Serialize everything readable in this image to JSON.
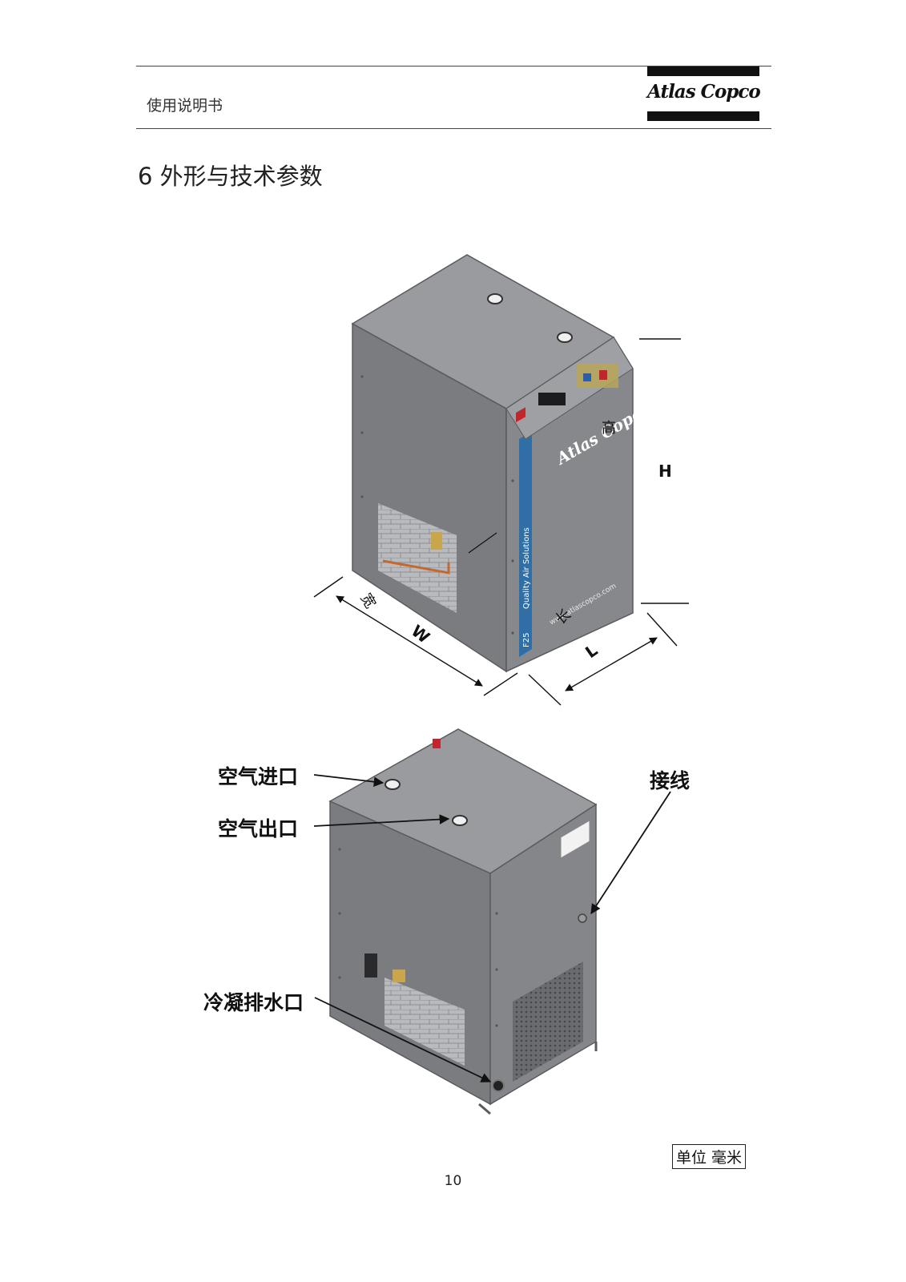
{
  "header": {
    "title": "使用说明书",
    "logo_text": "Atlas Copco"
  },
  "section": {
    "title": "6 外形与技术参数"
  },
  "figure_top": {
    "height_label_letter": "H",
    "height_label_cn": "高",
    "width_label_letter": "W",
    "width_label_cn": "宽",
    "length_label_letter": "L",
    "length_label_cn": "长",
    "unit_brand": "Atlas Copco",
    "unit_model": "F25",
    "unit_tagline": "Quality Air Solutions",
    "unit_website": "www.atlascopco.com"
  },
  "figure_bottom": {
    "air_inlet": "空气进口",
    "air_outlet": "空气出口",
    "wiring": "接线",
    "condensate_drain": "冷凝排水口"
  },
  "footer": {
    "unit_note": "单位 毫米",
    "page_number": "10"
  },
  "colors": {
    "body_gray": "#7d7e82",
    "top_gray": "#9a9b9f",
    "side_gray": "#6f7074",
    "accent_blue": "#2f6fa6"
  }
}
